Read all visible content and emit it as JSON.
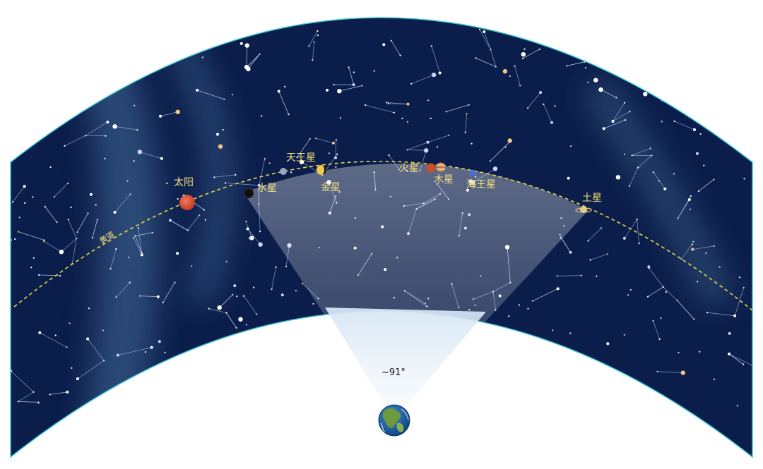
{
  "ecliptic": {
    "label": "黄道"
  },
  "view": {
    "angle_label": "~91°"
  },
  "planets": {
    "sun": {
      "label": "太阳",
      "color": "#e0533d"
    },
    "mercury": {
      "label": "水星",
      "color": "#111111"
    },
    "venus": {
      "label": "金星",
      "color": "#f2c94c"
    },
    "uranus": {
      "label": "天王星",
      "color": "#9aa6bf"
    },
    "mars": {
      "label": "火星",
      "color": "#c7502e"
    },
    "jupiter": {
      "label": "木星",
      "color": "#d58a4a"
    },
    "neptune": {
      "label": "海王星",
      "color": "#4a6fe0"
    },
    "saturn": {
      "label": "土星",
      "color": "#e8c98a"
    }
  },
  "colors": {
    "sky": "#0b1d4a",
    "milky_way": "#3a5e8c",
    "ecliptic": "#e8d84a",
    "border": "#3fc6d6",
    "label": "#f4e27a"
  }
}
